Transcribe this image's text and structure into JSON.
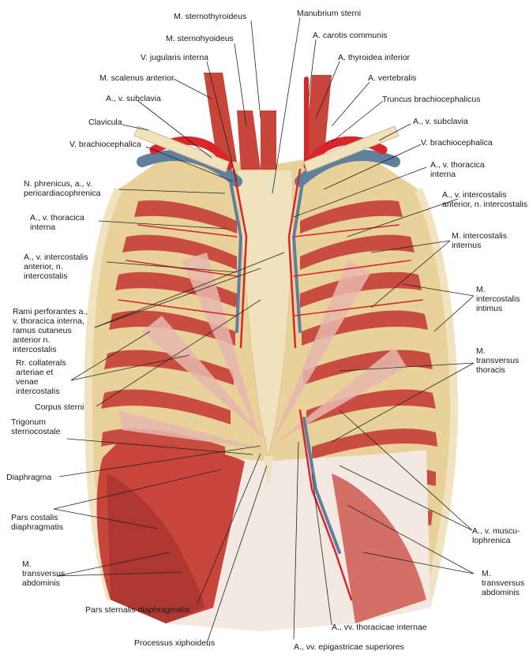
{
  "labels": {
    "sternothyroideus": "M. sternothyroideus",
    "manubrium": "Manubrium sterni",
    "sternohyoideus": "M. sternohyoideus",
    "carotis": "A. carotis communis",
    "jugularis": "V. jugularis interna",
    "thyroidea": "A. thyroidea inferior",
    "scalenus": "M. scalenus anterior",
    "vertebralis": "A. vertebralis",
    "subclavia_l": "A., v. subclavia",
    "truncus": "Truncus brachiocephalicus",
    "clavicula": "Clavicula",
    "subclavia_r": "A., v. subclavia",
    "brachio_l": "V. brachiocephalica",
    "brachio_r": "V. brachiocephalica",
    "thoracica_r": [
      "A., v. thoracica",
      "interna"
    ],
    "phrenicus": [
      "N. phrenicus, a., v.",
      "pericardiacophrenica"
    ],
    "intercost_ant_r": [
      "A., v. intercostalis",
      "anterior, n. intercostalis"
    ],
    "thoracica_l": [
      "A., v. thoracica",
      "interna"
    ],
    "intercost_int": [
      "M. intercostalis",
      "internus"
    ],
    "intercost_ant_l": [
      "A., v. intercostalis",
      "anterior, n.",
      "intercostalis"
    ],
    "intimus": [
      "M.",
      "intercostalis",
      "intimus"
    ],
    "rami": [
      "Rami perforantes a.,",
      "v. thoracica interna,",
      "ramus cutaneus",
      "anterior n.",
      "intercostalis"
    ],
    "transv_thor": [
      "M.",
      "transversus",
      "thoracis"
    ],
    "collaterals": [
      "Rr. collaterals",
      "arteriae et",
      "venae",
      "intercostalis"
    ],
    "corpus": "Corpus sterni",
    "trigonum": [
      "Trigonum",
      "sternocostale"
    ],
    "diaphragma": "Diaphragma",
    "pars_costalis": [
      "Pars costalis",
      "diaphragmatis"
    ],
    "musculo": [
      "A., v. muscu-",
      "lophrenica"
    ],
    "transv_abd_l": [
      "M.",
      "transversus",
      "abdominis"
    ],
    "transv_abd_r": [
      "M.",
      "transversus",
      "abdominis"
    ],
    "pars_sternalis": "Pars sternalis diaphragmatis",
    "thoracicae": "A., vv. thoracicae internae",
    "xiphoideus": "Processus xiphoideus",
    "epigastricae": "A., vv. epigastricae superiores"
  },
  "colors": {
    "muscle": "#c8453c",
    "muscle_dark": "#9e2f29",
    "rib": "#e9d29a",
    "cartilage": "#f1e3bf",
    "sternum": "#efe2bd",
    "artery": "#d8262b",
    "vein": "#5f7f9c",
    "fascia": "#f4e9e2"
  }
}
